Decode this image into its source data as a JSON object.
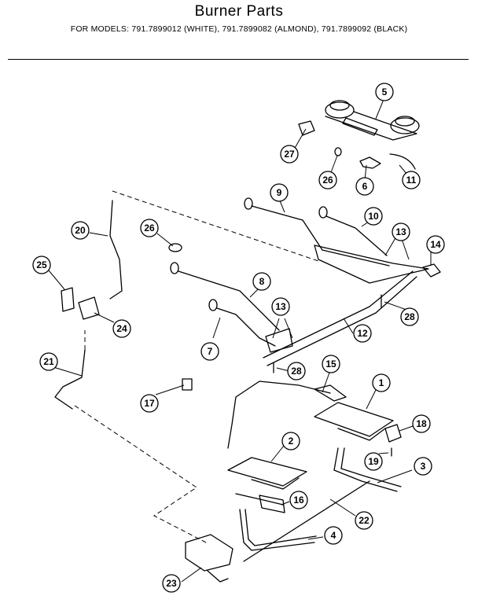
{
  "header": {
    "title": "Burner  Parts",
    "subtitle": "FOR MODELS:  791.7899012 (WHITE), 791.7899082 (ALMOND), 791.7899092 (BLACK)"
  },
  "callouts": {
    "p1": "1",
    "p2": "2",
    "p3": "3",
    "p4": "4",
    "p5": "5",
    "p6": "6",
    "p7": "7",
    "p8": "8",
    "p9": "9",
    "p10": "10",
    "p11": "11",
    "p13a": "13",
    "p13b": "13",
    "p12": "12",
    "p14": "14",
    "p15": "15",
    "p16": "16",
    "p17": "17",
    "p18": "18",
    "p19": "19",
    "p20": "20",
    "p21": "21",
    "p22": "22",
    "p23": "23",
    "p24": "24",
    "p25": "25",
    "p26a": "26",
    "p26b": "26",
    "p27": "27",
    "p28a": "28",
    "p28b": "28"
  }
}
